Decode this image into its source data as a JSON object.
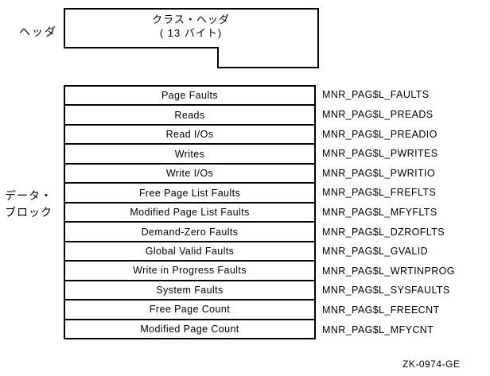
{
  "diagram": {
    "title_area": {
      "header_label": "ヘッダ",
      "class_header_line1": "クラス・ヘッダ",
      "class_header_line2": "( 13 バイト)"
    },
    "data_block_label": {
      "line1": "データ・",
      "line2": "ブロック"
    },
    "rows": [
      {
        "field": "Page Faults",
        "symbol": "MNR_PAG$L_FAULTS"
      },
      {
        "field": "Reads",
        "symbol": "MNR_PAG$L_PREADS"
      },
      {
        "field": "Read I/Os",
        "symbol": "MNR_PAG$L_PREADIO"
      },
      {
        "field": "Writes",
        "symbol": "MNR_PAG$L_PWRITES"
      },
      {
        "field": "Write I/Os",
        "symbol": "MNR_PAG$L_PWRITIO"
      },
      {
        "field": "Free Page List Faults",
        "symbol": "MNR_PAG$L_FREFLTS"
      },
      {
        "field": "Modified Page List Faults",
        "symbol": "MNR_PAG$L_MFYFLTS"
      },
      {
        "field": "Demand-Zero Faults",
        "symbol": "MNR_PAG$L_DZROFLTS"
      },
      {
        "field": "Global Valid Faults",
        "symbol": "MNR_PAG$L_GVALID"
      },
      {
        "field": "Write in Progress Faults",
        "symbol": "MNR_PAG$L_WRTINPROG"
      },
      {
        "field": "System Faults",
        "symbol": "MNR_PAG$L_SYSFAULTS"
      },
      {
        "field": "Free Page Count",
        "symbol": "MNR_PAG$L_FREECNT"
      },
      {
        "field": "Modified Page Count",
        "symbol": "MNR_PAG$L_MFYCNT"
      }
    ],
    "figure_id": "ZK-0974-GE",
    "colors": {
      "foreground": "#000000",
      "background": "#ffffff"
    }
  }
}
